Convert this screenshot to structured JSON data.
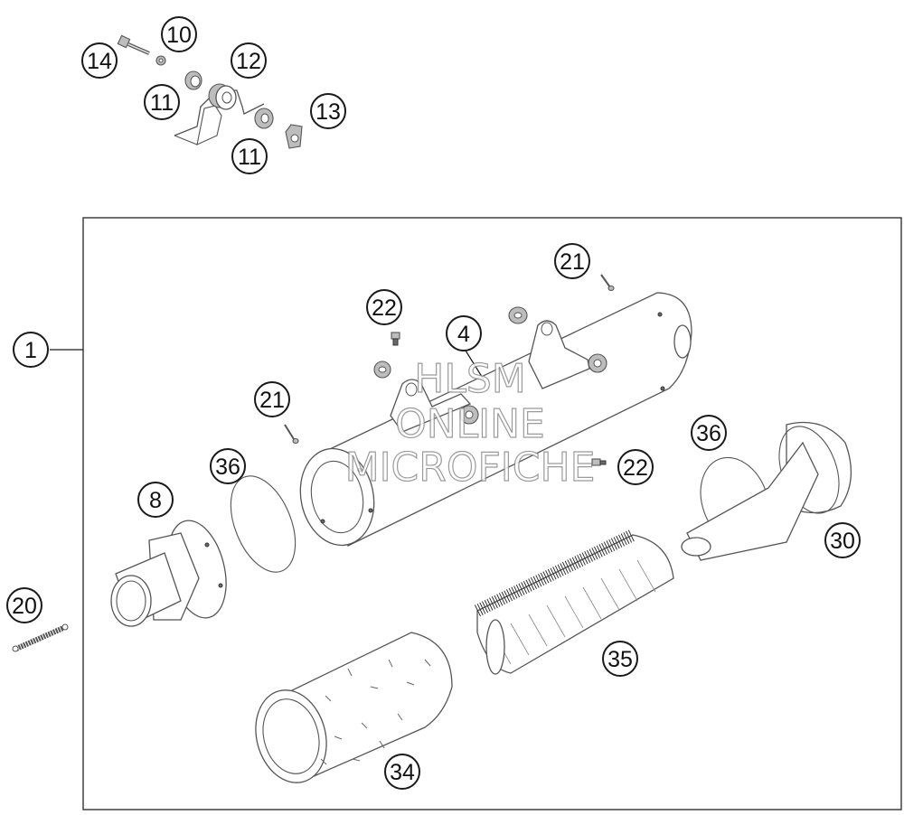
{
  "diagram": {
    "callouts": {
      "c1": "1",
      "c4": "4",
      "c8": "8",
      "c10": "10",
      "c11a": "11",
      "c11b": "11",
      "c12": "12",
      "c13": "13",
      "c14": "14",
      "c20": "20",
      "c21a": "21",
      "c21b": "21",
      "c22a": "22",
      "c22b": "22",
      "c30": "30",
      "c34": "34",
      "c35": "35",
      "c36a": "36",
      "c36b": "36"
    },
    "watermark": {
      "line1": "HLSM",
      "line2": "ONLINE",
      "line3": "MICROFICHE"
    }
  }
}
